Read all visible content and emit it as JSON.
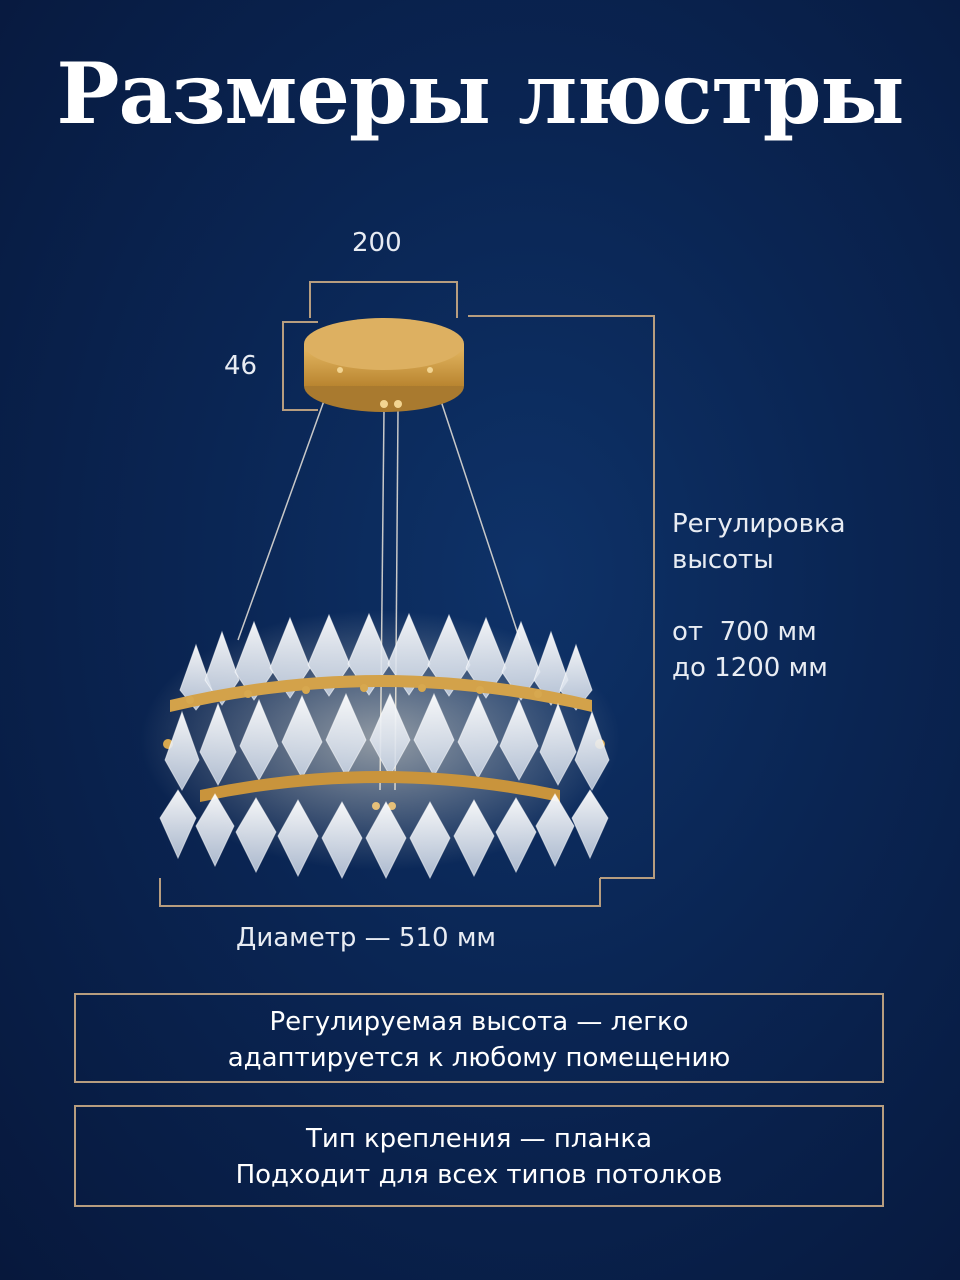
{
  "title": "Размеры люстры",
  "dimensions": {
    "canopy_width": "200",
    "canopy_height": "46",
    "diameter": "Диаметр — 510 мм"
  },
  "height_adjust": {
    "heading_line1": "Регулировка",
    "heading_line2": "высоты",
    "from": "от  700 мм",
    "to": "до 1200 мм"
  },
  "info_boxes": [
    {
      "line1": "Регулируемая высота — легко",
      "line2": "адаптируется к любому помещению"
    },
    {
      "line1": "Тип крепления — планка",
      "line2": "Подходит для всех типов потолков"
    }
  ],
  "colors": {
    "background": "#0a2553",
    "frame": "#b79d7f",
    "gold": "#cf9f45",
    "crystal": "#e9eef5"
  }
}
